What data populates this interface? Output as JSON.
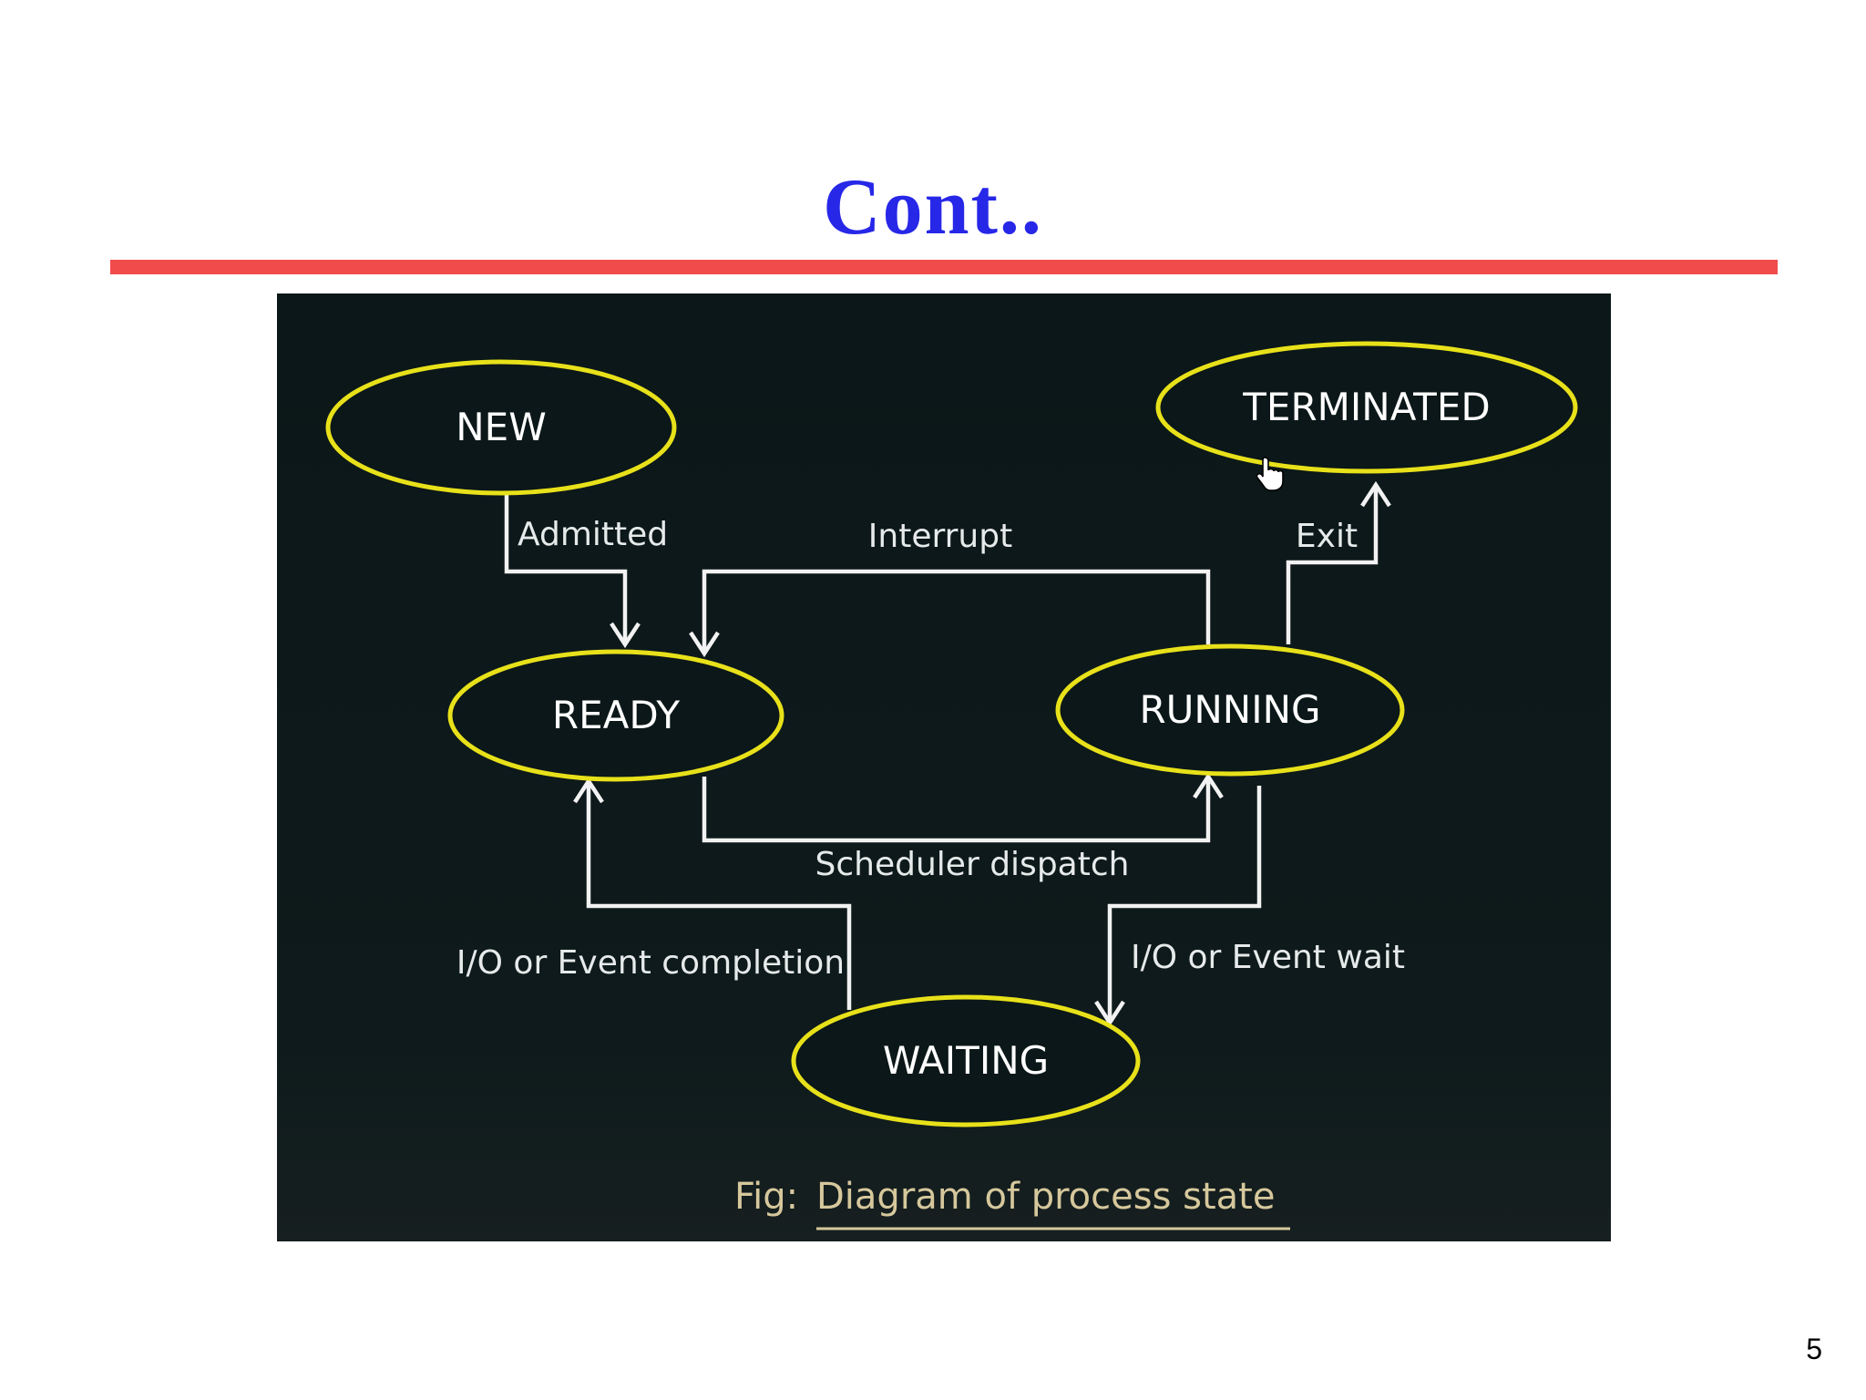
{
  "slide": {
    "title": "Cont..",
    "page_number": "5"
  },
  "colors": {
    "title": "#2727e8",
    "rule": "#f24b4b",
    "state_outline": "#e8e11a",
    "state_fill": "#0b1718",
    "arrow": "#f2f2f2",
    "caption": "#d6c89c"
  },
  "diagram": {
    "states": {
      "new": "NEW",
      "terminated": "TERMINATED",
      "ready": "READY",
      "running": "RUNNING",
      "waiting": "WAITING"
    },
    "transitions": {
      "admitted": "Admitted",
      "interrupt": "Interrupt",
      "exit": "Exit",
      "scheduler_dispatch": "Scheduler dispatch",
      "io_event_completion": "I/O or Event completion",
      "io_event_wait": "I/O or Event wait"
    },
    "caption": {
      "prefix": "Fig:",
      "text": "Diagram of process state"
    },
    "cursor": "hand-pointer-icon"
  }
}
